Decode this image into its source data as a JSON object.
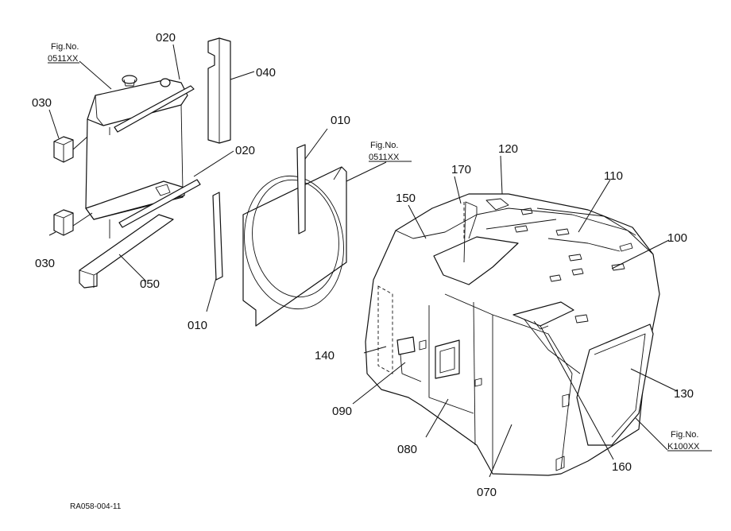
{
  "parts": {
    "p010a": "010",
    "p010b": "010",
    "p020a": "020",
    "p020b": "020",
    "p030a": "030",
    "p030b": "030",
    "p040": "040",
    "p050": "050",
    "p070": "070",
    "p080": "080",
    "p090": "090",
    "p100": "100",
    "p110": "110",
    "p120": "120",
    "p130": "130",
    "p140": "140",
    "p150": "150",
    "p160": "160",
    "p170": "170"
  },
  "figure_refs": {
    "ref1_title": "Fig.No.",
    "ref1_code": "0511XX",
    "ref2_title": "Fig.No.",
    "ref2_code": "0511XX",
    "ref3_title": "Fig.No.",
    "ref3_code": "K100XX"
  },
  "drawing_code": "RA058-004-11"
}
